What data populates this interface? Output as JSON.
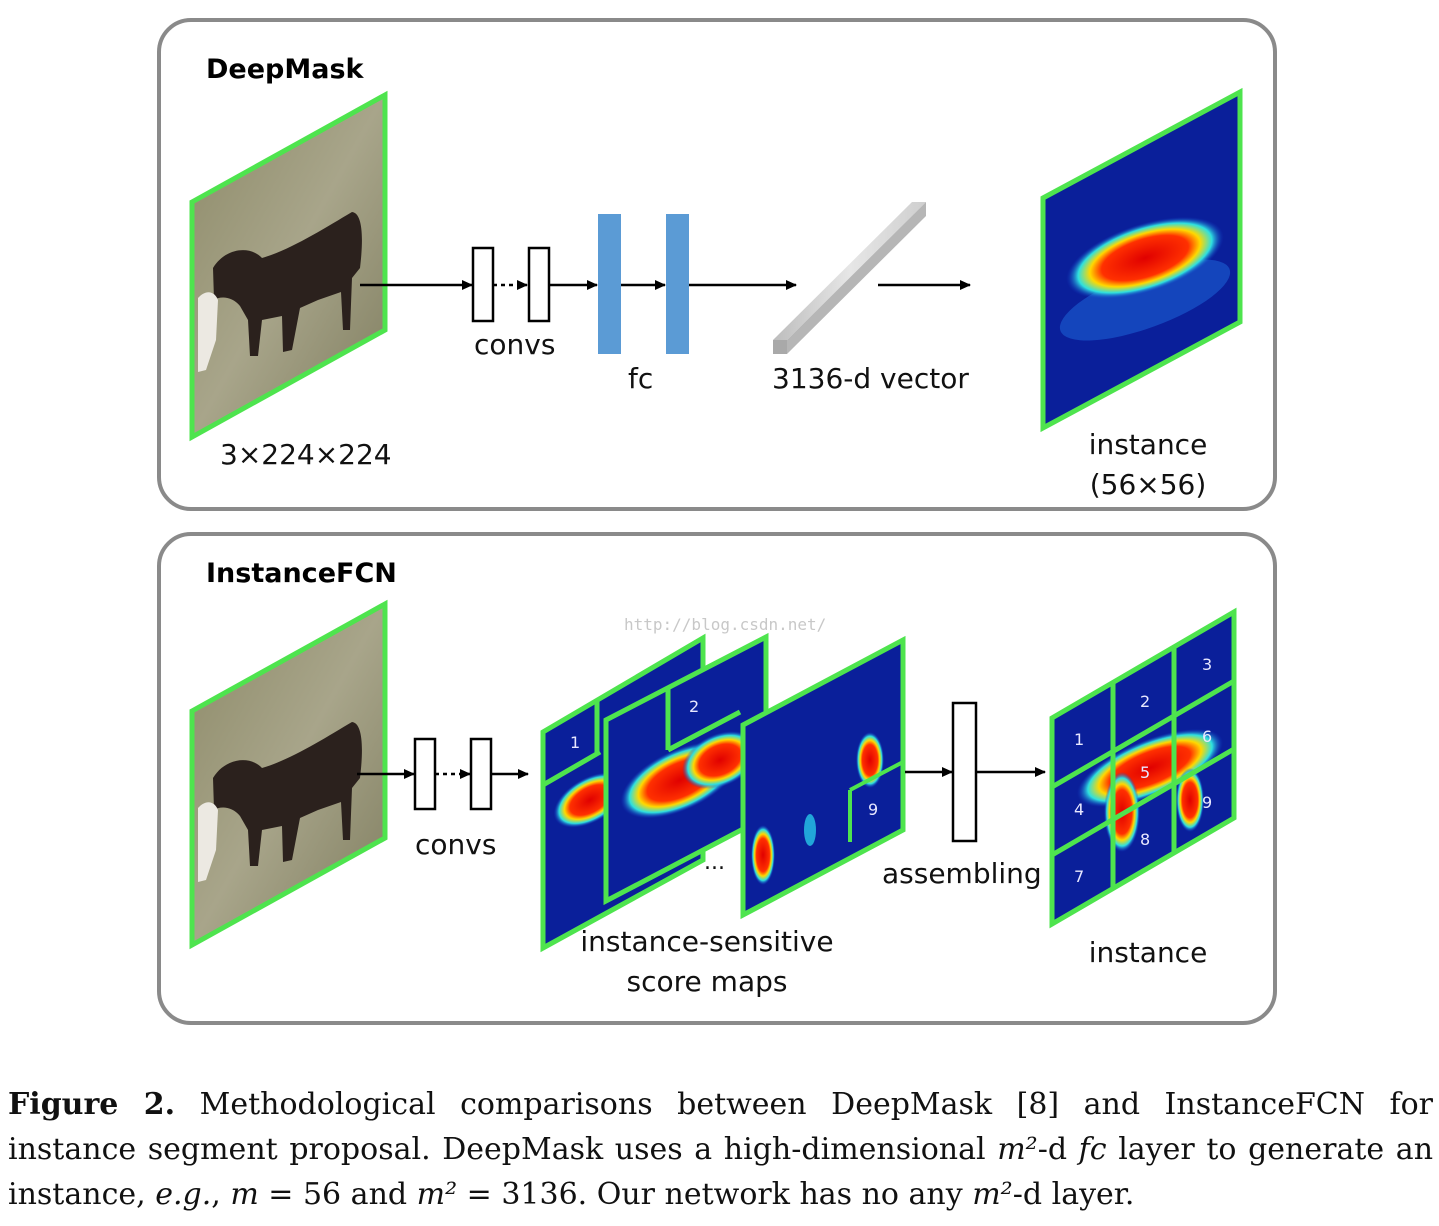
{
  "panels": {
    "deepmask": {
      "title": "DeepMask",
      "input_label": "3×224×224",
      "convs_label": "convs",
      "fc_label": "fc",
      "vector_label": "3136-d vector",
      "output_label_1": "instance",
      "output_label_2": "(56×56)"
    },
    "instancefcn": {
      "title": "InstanceFCN",
      "convs_label": "convs",
      "ellipsis": "...",
      "score_maps_label_1": "instance-sensitive",
      "score_maps_label_2": "score maps",
      "assembling_label": "assembling",
      "output_label": "instance",
      "cell_numbers": [
        "1",
        "2",
        "3",
        "4",
        "5",
        "6",
        "7",
        "8",
        "9"
      ]
    }
  },
  "watermark": "http://blog.csdn.net/",
  "caption": {
    "figure_label": "Figure 2.",
    "part1": " Methodological comparisons between DeepMask [8] and InstanceFCN for instance segment proposal. DeepMask uses a high-dimensional ",
    "m2": "m²",
    "part2": "-d ",
    "fc": "fc",
    "part3": " layer to generate an instance, ",
    "eg": "e.g.",
    "part4": ", ",
    "m": "m",
    "part5": " = 56 and ",
    "m2b": "m²",
    "part6": " = 3136. Our network has no any ",
    "m2c": "m²",
    "part7": "-d layer."
  },
  "colors": {
    "frame_green": "#4ee44e",
    "panel_border": "#8a8a8a",
    "fc_blue": "#5b9bd5",
    "heat_background": "#0a1f9a"
  }
}
